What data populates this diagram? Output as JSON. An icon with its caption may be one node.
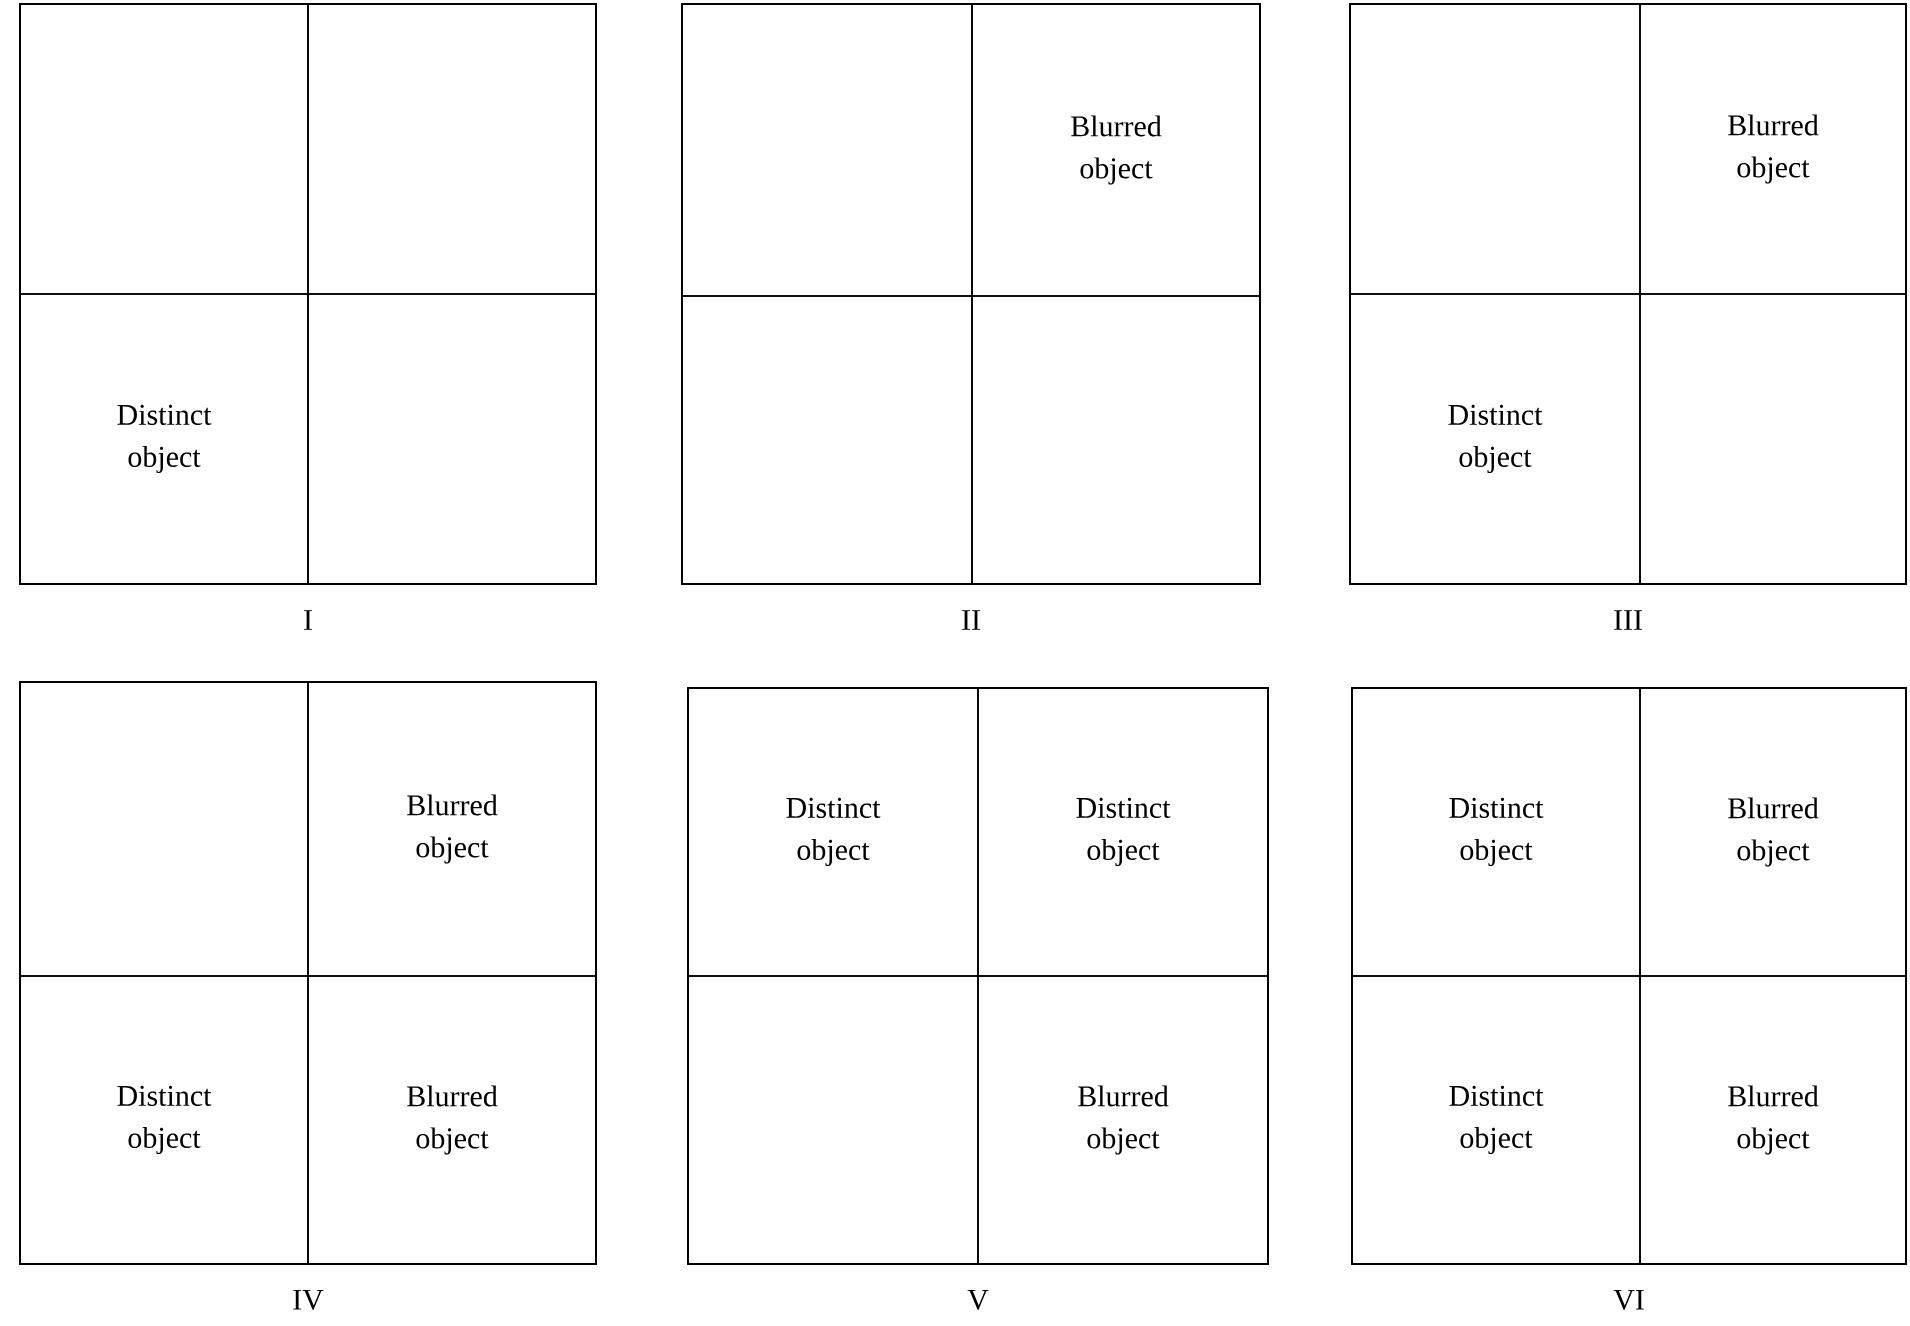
{
  "diagram": {
    "nodes": [
      {
        "text": [],
        "shape": "box",
        "beside": [
          "I"
        ]
      },
      {
        "text": [],
        "shape": "box",
        "in": 0
      },
      {
        "text": [],
        "shape": "box",
        "in": 0
      },
      {
        "text": [
          "Distinct object"
        ],
        "in": 0
      },
      {
        "text": [],
        "shape": "box",
        "in": 0
      },
      {
        "text": [],
        "shape": "box",
        "beside": [
          "II"
        ]
      },
      {
        "text": [],
        "shape": "box",
        "in": 5
      },
      {
        "text": [
          "Blurred object"
        ],
        "in": 5
      },
      {
        "text": [],
        "shape": "box",
        "in": 5
      },
      {
        "text": [],
        "shape": "box",
        "in": 5
      },
      {
        "text": [],
        "shape": "box",
        "beside": [
          "III"
        ]
      },
      {
        "text": [],
        "shape": "box",
        "in": 10
      },
      {
        "text": [
          "Blurred object"
        ],
        "in": 10
      },
      {
        "text": [
          "Distinct object"
        ],
        "in": 10
      },
      {
        "text": [],
        "shape": "box",
        "in": 10
      },
      {
        "text": [],
        "shape": "box",
        "beside": [
          "IV"
        ]
      },
      {
        "text": [],
        "shape": "box",
        "in": 15
      },
      {
        "text": [
          "Blurred object"
        ],
        "in": 15
      },
      {
        "text": [
          "Distinct object"
        ],
        "in": 15
      },
      {
        "text": [
          "Blurred object"
        ],
        "in": 15
      },
      {
        "text": [],
        "shape": "box",
        "beside": [
          "V"
        ]
      },
      {
        "text": [
          "Distinct object"
        ],
        "in": 20
      },
      {
        "text": [
          "Distinct object"
        ],
        "in": 20
      },
      {
        "text": [],
        "shape": "box",
        "in": 20
      },
      {
        "text": [
          "Blurred object"
        ],
        "in": 20
      },
      {
        "text": [],
        "shape": "box",
        "beside": [
          "VI"
        ]
      },
      {
        "text": [
          "Distinct object"
        ],
        "in": 25
      },
      {
        "text": [
          "Blurred object"
        ],
        "in": 25
      },
      {
        "text": [
          "Distinct object"
        ],
        "in": 25
      },
      {
        "text": [
          "Blurred object"
        ],
        "in": 25
      }
    ]
  }
}
